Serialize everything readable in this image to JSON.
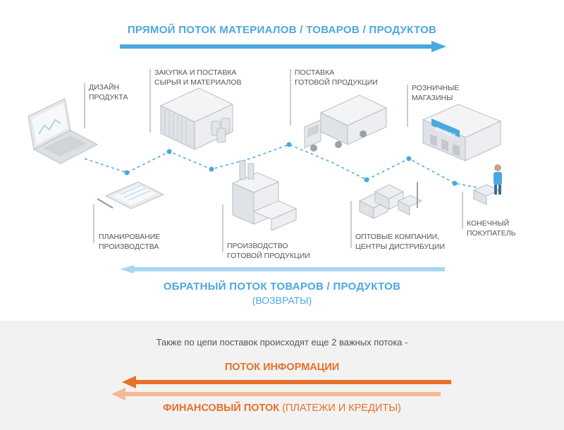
{
  "top_flow": {
    "title": "ПРЯМОЙ ПОТОК МАТЕРИАЛОВ / ТОВАРОВ / ПРОДУКТОВ"
  },
  "stages": {
    "design": "ДИЗАЙН\nПРОДУКТА",
    "procurement": "ЗАКУПКА И ПОСТАВКА\nСЫРЬЯ И МАТЕРИАЛОВ",
    "delivery": "ПОСТАВКА\nГОТОВОЙ ПРОДУКЦИИ",
    "retail": "РОЗНИЧНЫЕ\nМАГАЗИНЫ",
    "planning": "ПЛАНИРОВАНИЕ\nПРОИЗВОДСТВА",
    "production": "ПРОИЗВОДСТВО\nГОТОВОЙ ПРОДУКЦИИ",
    "wholesale": "ОПТОВЫЕ КОМПАНИИ,\nЦЕНТРЫ ДИСТРИБУЦИИ",
    "buyer": "КОНЕЧНЫЙ\nПОКУПАТЕЛЬ"
  },
  "market_sign": "MARKET",
  "reverse_flow": {
    "title": "ОБРАТНЫЙ ПОТОК ТОВАРОВ / ПРОДУКТОВ",
    "subtitle": "(ВОЗВРАТЫ)"
  },
  "bottom": {
    "note": "Также по цепи поставок происходят еще 2 важных потока -",
    "info_flow": "ПОТОК ИНФОРМАЦИИ",
    "finance_flow_bold": "ФИНАНСОВЫЙ ПОТОК",
    "finance_flow_rest": " (ПЛАТЕЖИ И КРЕДИТЫ)"
  },
  "colors": {
    "blue": "#4aa8e0",
    "light_blue": "#a9d6f2",
    "orange": "#e8702a",
    "light_orange": "#f4b894"
  }
}
